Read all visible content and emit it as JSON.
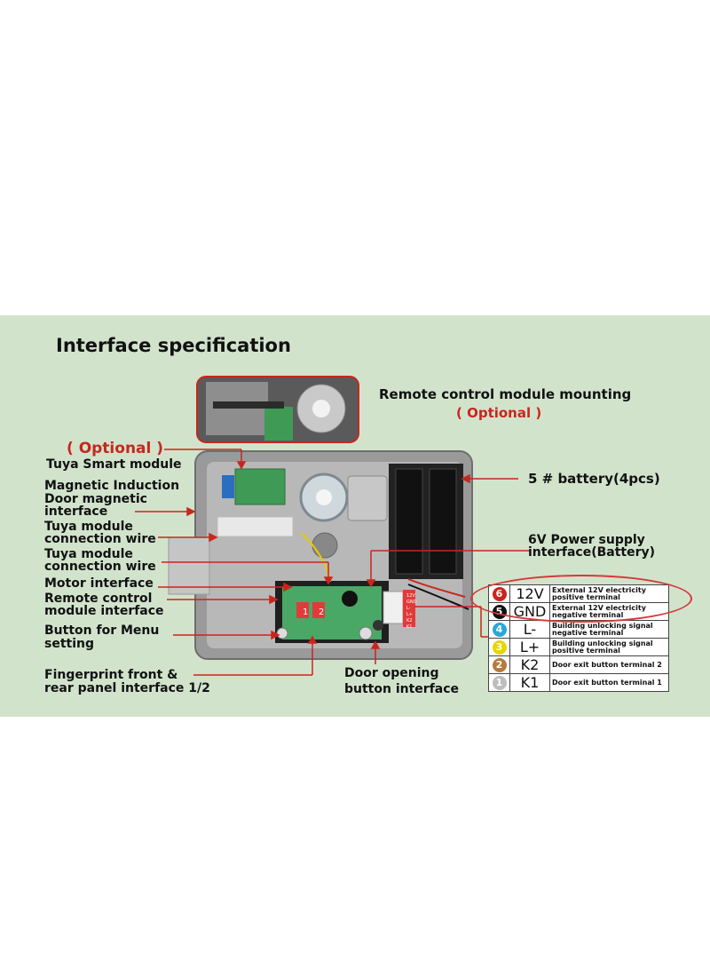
{
  "title": "Interface specification",
  "remote_module": {
    "label": "Remote control module mounting",
    "optional": "( Optional )"
  },
  "tuya_smart": {
    "optional": "( Optional )",
    "label": "Tuya Smart module"
  },
  "labels_left": {
    "magnetic_1": "Magnetic Induction",
    "magnetic_2": "Door magnetic",
    "magnetic_3": "interface",
    "tuya_wire_a_1": "Tuya module",
    "tuya_wire_a_2": "connection wire",
    "tuya_wire_b_1": "Tuya module",
    "tuya_wire_b_2": "connection wire",
    "motor": "Motor interface",
    "remote_if_1": "Remote control",
    "remote_if_2": "module interface",
    "menu_1": "Button for Menu",
    "menu_2": "setting",
    "fingerprint_1": "Fingerprint front &",
    "fingerprint_2": "rear panel interface 1/2"
  },
  "labels_right": {
    "battery": "5 # battery(4pcs)",
    "power_1": "6V Power supply",
    "power_2": "interface(Battery)",
    "door_btn_1": "Door opening",
    "door_btn_2": "button interface"
  },
  "board_marks": {
    "port1": "1",
    "port2": "2",
    "terminal_labels": [
      "12V",
      "GND",
      "L-",
      "L+",
      "K2",
      "K1"
    ]
  },
  "pin_table": [
    {
      "num": "6",
      "color": "#c8261d",
      "code": "12V",
      "desc_1": "External 12V electricity",
      "desc_2": "positive terminal"
    },
    {
      "num": "5",
      "color": "#111111",
      "code": "GND",
      "desc_1": "External 12V electricity",
      "desc_2": "negative terminal"
    },
    {
      "num": "4",
      "color": "#2aa7d8",
      "code": "L-",
      "desc_1": "Building unlocking signal",
      "desc_2": "negative terminal"
    },
    {
      "num": "3",
      "color": "#e8d500",
      "code": "L+",
      "desc_1": "Building unlocking signal",
      "desc_2": "positive terminal"
    },
    {
      "num": "2",
      "color": "#b57a3e",
      "code": "K2",
      "desc_1": "Door exit button terminal 2",
      "desc_2": ""
    },
    {
      "num": "1",
      "color": "#bdbdbd",
      "code": "K1",
      "desc_1": "Door exit button terminal 1",
      "desc_2": ""
    }
  ]
}
